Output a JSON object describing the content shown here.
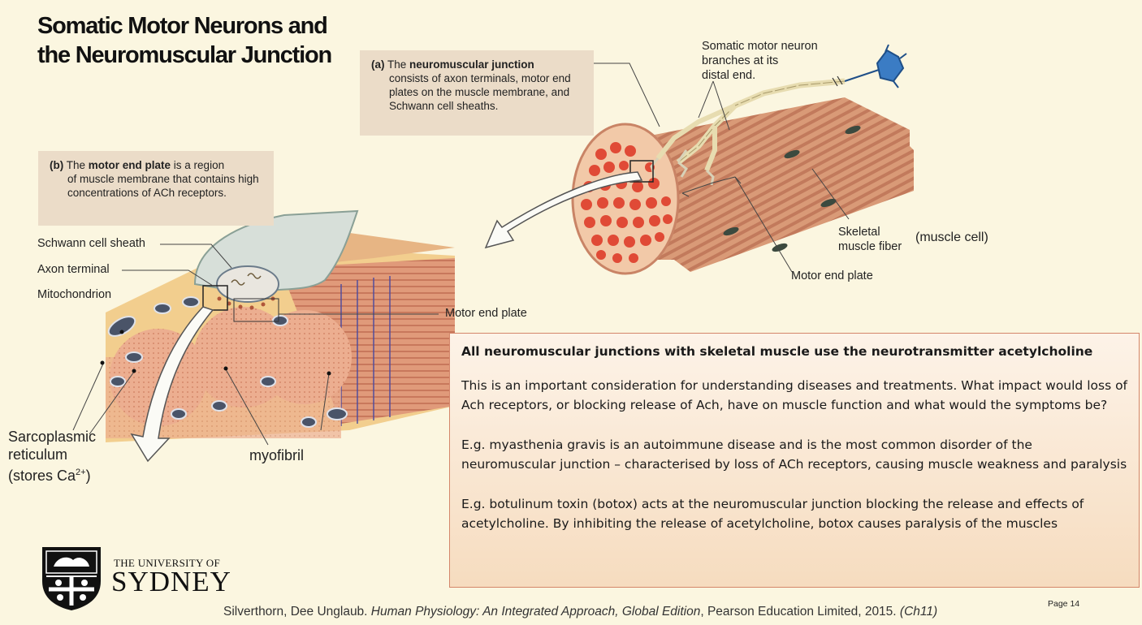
{
  "slide": {
    "title_line1": "Somatic Motor Neurons and",
    "title_line2": "the Neuromuscular Junction"
  },
  "figure": {
    "caption_a": {
      "tag": "(a)",
      "pre": " The ",
      "bold": "neuromuscular junction",
      "rest": "consists of axon terminals, motor end plates on the muscle membrane, and Schwann cell sheaths."
    },
    "caption_b": {
      "tag": "(b)",
      "pre": " The ",
      "bold": "motor end plate",
      "post": " is a region",
      "rest": "of muscle membrane that contains high concentrations of ACh receptors."
    },
    "labels": {
      "somatic_neuron_1": "Somatic motor neuron",
      "somatic_neuron_2": "branches at its",
      "somatic_neuron_3": "distal end.",
      "skeletal_fiber_1": "Skeletal",
      "skeletal_fiber_2": "muscle fiber",
      "muscle_cell": "(muscle cell)",
      "motor_end_plate_a": "Motor end plate",
      "schwann_sheath": "Schwann cell sheath",
      "axon_terminal": "Axon terminal",
      "mitochondrion": "Mitochondrion",
      "motor_end_plate_b": "Motor end plate",
      "sr_1": "Sarcoplasmic",
      "sr_2": "reticulum",
      "sr_3": "(stores Ca",
      "sr_sup": "2+",
      "sr_4": ")",
      "myofibril": "myofibril"
    }
  },
  "infobox": {
    "heading": "All neuromuscular junctions with skeletal muscle use the neurotransmitter acetylcholine",
    "para1": "This is an important consideration for understanding diseases and treatments. What impact would loss of Ach receptors, or blocking release of Ach, have on muscle function and what would the symptoms be?",
    "para2": "E.g. myasthenia gravis is an autoimmune disease and is the most common disorder of the neuromuscular junction – characterised by loss of ACh receptors, causing muscle weakness and paralysis",
    "para3": "E.g. botulinum toxin (botox) acts at the neuromuscular junction blocking the release and effects of acetylcholine. By inhibiting the release of acetylcholine, botox causes paralysis of the muscles"
  },
  "footer": {
    "uni_small": "THE UNIVERSITY OF",
    "uni_big": "SYDNEY",
    "citation_authors": "Silverthorn, Dee Unglaub. ",
    "citation_title": "Human Physiology: An Integrated Approach, Global Edition",
    "citation_pub": ", Pearson Education Limited, 2015. ",
    "citation_ch": "(Ch11)",
    "page": "Page 14"
  },
  "colors": {
    "background": "#fbf6e0",
    "caption_box": "#ebdcc8",
    "muscle": "#d9906d",
    "myofibril_dot": "#e0513c",
    "neuron": "#3b7cc4",
    "infobox_border": "#d4866a"
  }
}
